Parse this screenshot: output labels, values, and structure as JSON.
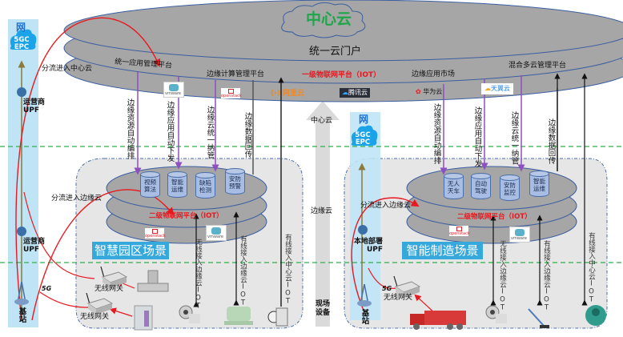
{
  "center_cloud": {
    "title": "中心云",
    "portal": "统一云门户",
    "platforms": {
      "app_mgmt": "统一应用管理平台",
      "edge_compute_mgmt": "边缘计算管理平台",
      "iot_level1": "一级物联网平台（IOT）",
      "edge_app_market": "边缘应用市场",
      "hybrid_cloud_mgmt": "混合多云管理平台"
    },
    "vendors": {
      "vmware": "vmware",
      "openstack": "openstack",
      "aliyun": "(-) 阿里云",
      "tencent": "腾讯云",
      "huawei": "华为云",
      "tianyi": "天翼云"
    }
  },
  "network_left": {
    "net_title": "网",
    "core": "5GC\nEPC",
    "core_line1": "5GC",
    "core_line2": "EPC",
    "upf1": "运营商\nUPF",
    "upf1_l1": "运营商",
    "upf1_l2": "UPF",
    "upf2_l1": "运营商",
    "upf2_l2": "UPF",
    "base_station": "基站",
    "five_g": "5G",
    "flow_center": "分流进入中心云",
    "flow_edge": "分流进入边缘云"
  },
  "network_right": {
    "net_title": "网",
    "core_line1": "5GC",
    "core_line2": "EPC",
    "upf_l1": "本地部署",
    "upf_l2": "UPF",
    "base_station": "基站",
    "five_g": "5G",
    "flow_edge": "分流进入边缘云"
  },
  "edge_links": {
    "left": [
      "边缘资源自动编排",
      "边缘应用自动下发",
      "边缘云统一纳管",
      "边缘数据回传"
    ],
    "right": [
      "边缘资源自动编排",
      "边缘应用自动下发",
      "边缘云统一纳管",
      "边缘数据回传"
    ]
  },
  "middle": {
    "center_cloud": "中心云",
    "edge_cloud": "边缘云",
    "field_devices": "现场设备"
  },
  "scene_left": {
    "name": "智慧园区场景",
    "iot_level2": "二级物联网平台（IOT）",
    "apps": [
      "视频算法",
      "智能运维",
      "缺陷检测",
      "安防预警"
    ],
    "apps_l1": [
      "视频",
      "智能",
      "缺陷",
      "安防"
    ],
    "apps_l2": [
      "算法",
      "运维",
      "检测",
      "预警"
    ],
    "gateways": [
      "无线网关",
      "无线网关"
    ],
    "access": [
      "无线接入边缘云IOT",
      "有线接入边缘云IOT",
      "有线接入中心云IOT"
    ],
    "devices": [
      "flowmeter",
      "cabinet",
      "camera",
      "pump",
      "pressure-regulator"
    ]
  },
  "scene_right": {
    "name": "智能制造场景",
    "iot_level2": "二级物联网平台（IOT）",
    "apps_l1": [
      "无人",
      "自动",
      "安防",
      "智能"
    ],
    "apps_l2": [
      "天车",
      "驾驶",
      "监控",
      "运维"
    ],
    "gateway": "无线网关",
    "access": [
      "无线接入边缘云IOT",
      "有线接入边缘云IOT",
      "有线接入中心云IOT"
    ],
    "devices": [
      "truck",
      "camera",
      "crane",
      "blower"
    ]
  }
}
